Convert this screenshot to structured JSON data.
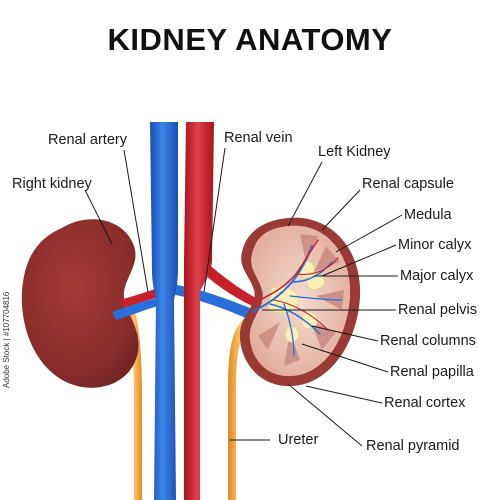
{
  "title": "KIDNEY ANATOMY",
  "labels": {
    "renal_artery": "Renal artery",
    "renal_vein": "Renal vein",
    "right_kidney": "Right kidney",
    "left_kidney": "Left Kidney",
    "renal_capsule": "Renal capsule",
    "medula": "Medula",
    "minor_calyx": "Minor calyx",
    "major_calyx": "Major calyx",
    "renal_pelvis": "Renal pelvis",
    "renal_columns": "Renal columns",
    "renal_papilla": "Renal papilla",
    "renal_cortex": "Renal cortex",
    "ureter": "Ureter",
    "renal_pyramid": "Renal pyramid"
  },
  "stock_id": "Adobe Stock | #107704816",
  "colors": {
    "aorta": "#1d5fc8",
    "vena_cava": "#c8202a",
    "kidney": "#8c2f2c",
    "cortex": "#e8b4a4",
    "medulla": "#c98680",
    "ureter": "#f2a43a"
  }
}
